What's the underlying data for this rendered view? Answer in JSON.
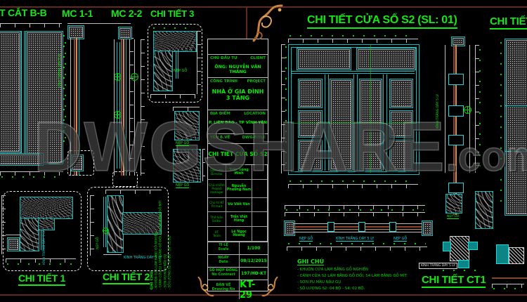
{
  "watermark": {
    "text": "DWGSHARE",
    "suffix": ".com"
  },
  "left": {
    "h_bb": "MẶT CẮT B-B",
    "h_mc11": "MC 1-1",
    "h_mc22": "MC 2-2",
    "h_d3": "CHI TIẾT 3",
    "t_d1": "CHI TIẾT 1",
    "t_d2": "CHI TIẾT 2",
    "lbl_glass": "KÍNH TRẮNG DÀY 5 LY",
    "lbl_nepgo": "NẸP GỖ"
  },
  "right": {
    "title": "CHI TIẾT CỬA SỔ S2 (SL: 01)",
    "title_partial": "CHI TIẾT",
    "t_ct1": "CHI TIẾT CT1",
    "lbl_glass": "KÍNH TRẮNG DÀY 5 LY",
    "lbl_nepgo": "NẸP GỖ",
    "notes": {
      "heading": "GHI CHÚ",
      "items": [
        "- KHUÔN CỬA LÀM BẰNG GỖ NGHIẾN",
        "- CÁNH CỬA S2 LÀM BẰNG GỖ DỔI, S4 LÀM BẰNG GỖ MÍT.",
        "- SƠN PU MÀU NÂU GỤ",
        "- SỐ LƯỢNG S2: 04 BỘ - S4: 02 BỘ."
      ]
    }
  },
  "titleblock": {
    "client_label": "CHỦ ĐẦU TƯ",
    "client_label_en": "CLIENT",
    "client_value": "ÔNG: NGUYỄN VĂN THẮNG",
    "project_label": "CÔNG TRÌNH",
    "project_label_en": "PROJECT",
    "project_value_1": "NHÀ Ở GIA ĐÌNH",
    "project_value_2": "3 TẦNG",
    "location_label": "ĐỊA ĐIỂM",
    "location_label_en": "LOCATION",
    "location_value": "P. LIÊN BẢO - TP VĨNH YÊN",
    "dwg_label": "TÊN B.VẼ",
    "dwg_label_en": "DWG-TITLE",
    "dwg_value": "CHI TIẾT CỬA SỔ S2",
    "personnel": [
      {
        "role": "Giám đốc",
        "role_en": "Director",
        "name": "Trần Hồng Minh"
      },
      {
        "role": "Chủ nhiệm",
        "role_en": "Project manager",
        "name": "Nguyễn Phương Nam"
      },
      {
        "role": "Chủ trì KT",
        "role_en": "P.t lead",
        "name": "Vũ Viết Văn"
      },
      {
        "role": "Thể hiện",
        "role_en": "Editor",
        "name": "Trần Việt Hùng"
      },
      {
        "role": "KT",
        "role_en": "Team",
        "name": "Lê Ngọc Hoàng"
      }
    ],
    "scale_label": "TỈ LỆ",
    "scale_label_en": "Scale",
    "scale_value": "1/100",
    "date_label": "NGÀY",
    "date_label_en": "Date",
    "date_value": "08/12/2015",
    "contract_label": "SỐ HỢP ĐỒNG",
    "contract_label_en": "No Contract",
    "contract_value": "197/HĐ-KT",
    "sheet_label": "BẢN VẼ",
    "sheet_label_en": "Drawing No",
    "sheet_no": "KT-29"
  },
  "colors": {
    "cad_green": "#12e412",
    "cad_cyan": "#10d3d3",
    "frame_maroon": "#63291f",
    "ornament_orange": "#c8813f"
  }
}
